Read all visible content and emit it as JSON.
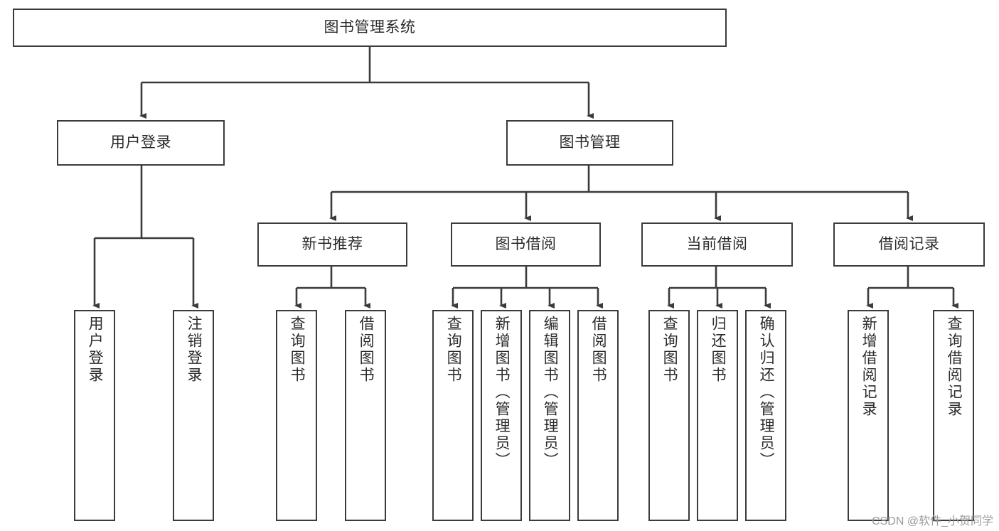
{
  "diagram": {
    "type": "tree-hierarchy",
    "title": "图书管理系统",
    "watermark": "CSDN @软件_小贺同学",
    "colors": {
      "box_border": "#3b3b3b",
      "box_fill": "#ffffff",
      "line": "#3b3b3b",
      "text": "#2b2b2b",
      "watermark": "#9a9a9a"
    },
    "levels": {
      "root": {
        "label": "图书管理系统"
      },
      "level2": [
        {
          "id": "user-login",
          "label": "用户登录"
        },
        {
          "id": "book-manage",
          "label": "图书管理"
        }
      ],
      "level3": [
        {
          "id": "new-book-recommend",
          "label": "新书推荐"
        },
        {
          "id": "book-borrow",
          "label": "图书借阅"
        },
        {
          "id": "current-borrow",
          "label": "当前借阅"
        },
        {
          "id": "borrow-record",
          "label": "借阅记录"
        }
      ],
      "leaves": [
        {
          "id": "leaf-user-login",
          "label": "用户登录",
          "parent": "user-login"
        },
        {
          "id": "leaf-logout-login",
          "label": "注销登录",
          "parent": "user-login"
        },
        {
          "id": "leaf-query-book-1",
          "label": "查询图书",
          "parent": "new-book-recommend"
        },
        {
          "id": "leaf-borrow-book-1",
          "label": "借阅图书",
          "parent": "new-book-recommend"
        },
        {
          "id": "leaf-query-book-2",
          "label": "查询图书",
          "parent": "book-borrow"
        },
        {
          "id": "leaf-add-book",
          "label": "新增图书（管理员）",
          "parent": "book-borrow"
        },
        {
          "id": "leaf-edit-book",
          "label": "编辑图书（管理员）",
          "parent": "book-borrow"
        },
        {
          "id": "leaf-borrow-book-2",
          "label": "借阅图书",
          "parent": "book-borrow"
        },
        {
          "id": "leaf-query-book-3",
          "label": "查询图书",
          "parent": "current-borrow"
        },
        {
          "id": "leaf-return-book",
          "label": "归还图书",
          "parent": "current-borrow"
        },
        {
          "id": "leaf-confirm-return",
          "label": "确认归还（管理员）",
          "parent": "current-borrow"
        },
        {
          "id": "leaf-add-record",
          "label": "新增借阅记录",
          "parent": "borrow-record"
        },
        {
          "id": "leaf-query-record",
          "label": "查询借阅记录",
          "parent": "borrow-record"
        }
      ]
    }
  }
}
